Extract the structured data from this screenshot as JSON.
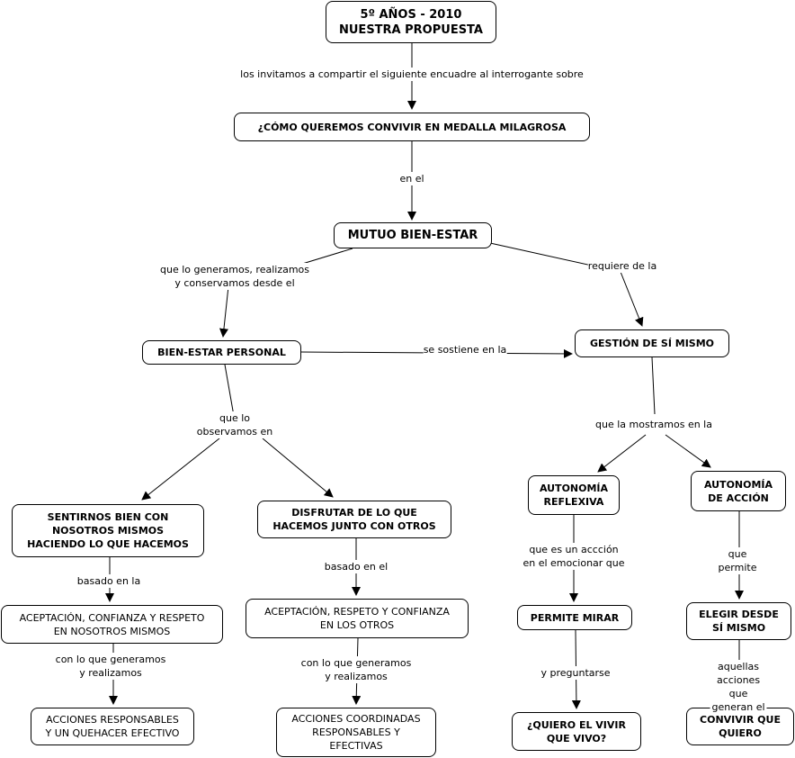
{
  "nodes": {
    "title": "5º AÑOS - 2010\nNUESTRA PROPUESTA",
    "question": "¿CÓMO QUEREMOS CONVIVIR EN MEDALLA MILAGROSA",
    "mutuo": "MUTUO BIEN-ESTAR",
    "personal": "BIEN-ESTAR PERSONAL",
    "gestion": "GESTIÓN DE SÍ MISMO",
    "sentirnos": "SENTIRNOS BIEN CON\nNOSOTROS MISMOS\nHACIENDO LO QUE HACEMOS",
    "disfrutar": "DISFRUTAR DE LO QUE\nHACEMOS JUNTO CON OTROS",
    "aut_reflexiva": "AUTONOMÍA\nREFLEXIVA",
    "aut_accion": "AUTONOMÍA\nDE ACCIÓN",
    "acept_nosotros": "ACEPTACIÓN, CONFIANZA Y RESPETO\nEN NOSOTROS MISMOS",
    "acept_otros": "ACEPTACIÓN, RESPETO Y CONFIANZA\nEN LOS OTROS",
    "permite_mirar": "PERMITE MIRAR",
    "elegir": "ELEGIR DESDE\nSÍ MISMO",
    "acciones_resp": "ACCIONES RESPONSABLES\nY UN QUEHACER EFECTIVO",
    "acciones_coord": "ACCIONES COORDINADAS\nRESPONSABLES Y\nEFECTIVAS",
    "quiero_vivir": "¿QUIERO EL VIVIR\nQUE VIVO?",
    "convivir": "CONVIVIR QUE\nQUIERO"
  },
  "links": {
    "invitamos": "los invitamos a compartir  el siguiente encuadre al interrogante sobre",
    "en_el": "en el",
    "generamos": "que lo generamos, realizamos\ny conservamos desde el",
    "requiere": "requiere de la",
    "sostiene": "se sostiene en la",
    "observamos": "que lo\nobservamos en",
    "mostramos": "que la mostramos en la",
    "basado_la": "basado en la",
    "basado_el": "basado en el",
    "con_generamos_1": "con lo que generamos\ny realizamos",
    "con_generamos_2": "con lo que generamos\ny realizamos",
    "accion_emocionar": "que es un accción\nen el emocionar que",
    "permite": "que permite",
    "preguntarse": "y preguntarse",
    "aquellas": "aquellas acciones\nque generan el"
  }
}
